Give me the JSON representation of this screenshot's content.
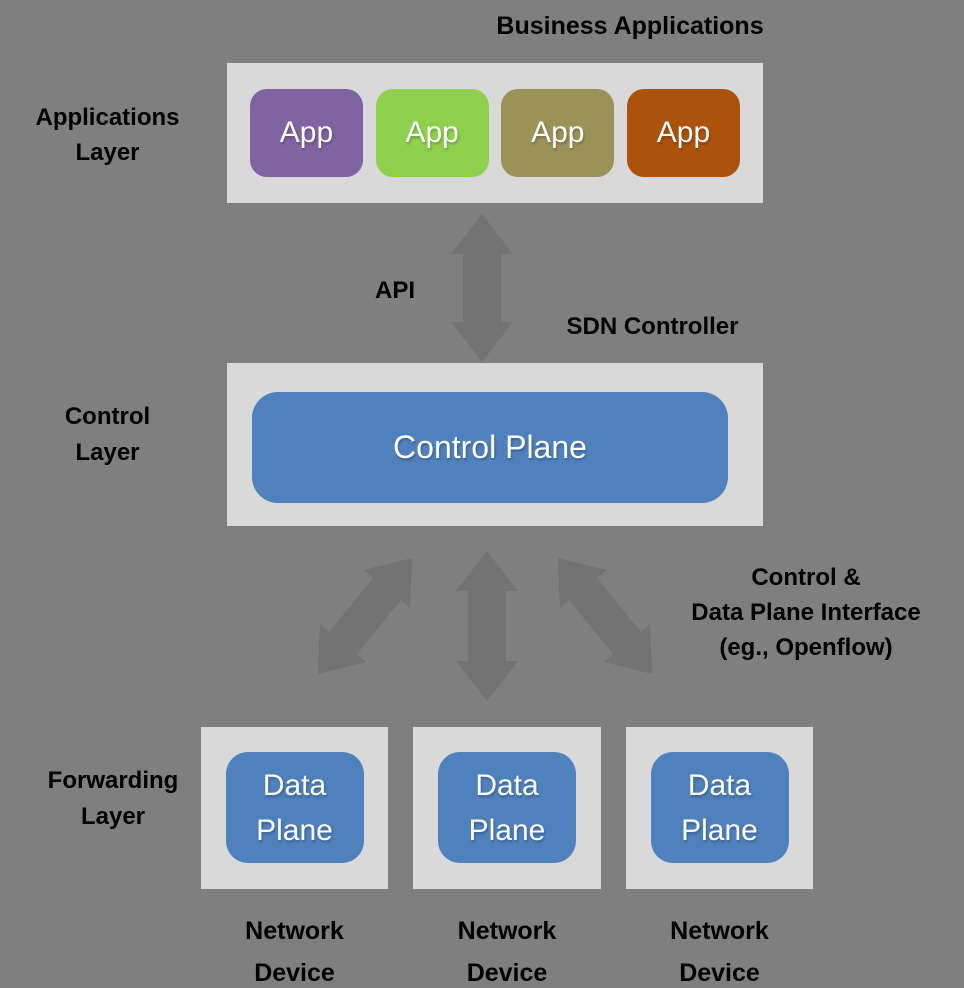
{
  "colors": {
    "background": "#7F7F7F",
    "panel": "#D9D9D9",
    "arrow": "#737373",
    "plane_blue": "#4F81BD",
    "text_dark": "#000000",
    "text_light": "#FFFFFF"
  },
  "title": "Business Applications",
  "layer_labels": {
    "applications": [
      "Applications",
      "Layer"
    ],
    "control": [
      "Control",
      "Layer"
    ],
    "forwarding": [
      "Forwarding",
      "Layer"
    ]
  },
  "apps": [
    {
      "label": "App",
      "color": "#8064A2"
    },
    {
      "label": "App",
      "color": "#8FD04F"
    },
    {
      "label": "App",
      "color": "#9A9358"
    },
    {
      "label": "App",
      "color": "#AC520C"
    }
  ],
  "api_label": "API",
  "sdn_controller_label": "SDN Controller",
  "control_plane_label": "Control Plane",
  "cdpi_lines": [
    "Control &",
    "Data Plane Interface",
    "(eg., Openflow)"
  ],
  "data_planes": [
    {
      "lines": [
        "Data",
        "Plane"
      ],
      "device_lines": [
        "Network",
        "Device"
      ]
    },
    {
      "lines": [
        "Data",
        "Plane"
      ],
      "device_lines": [
        "Network",
        "Device"
      ]
    },
    {
      "lines": [
        "Data",
        "Plane"
      ],
      "device_lines": [
        "Network",
        "Device"
      ]
    }
  ]
}
